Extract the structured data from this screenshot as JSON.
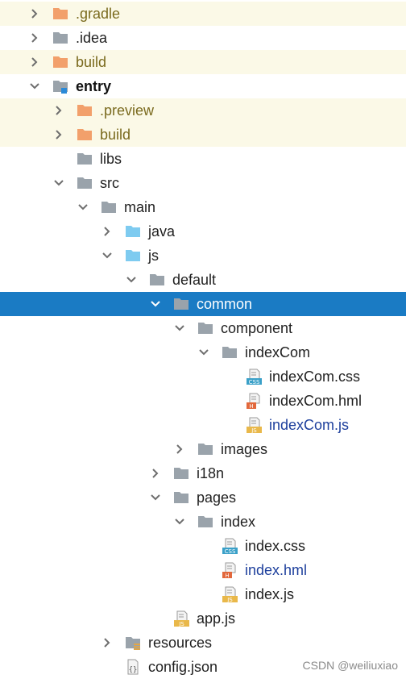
{
  "tree": {
    "nodes": [
      {
        "label": ".gradle",
        "depth": 0,
        "toggle": "collapsed",
        "icon": "folder-orange-icon",
        "style": "excluded"
      },
      {
        "label": ".idea",
        "depth": 0,
        "toggle": "collapsed",
        "icon": "folder-gray-icon",
        "style": "normal"
      },
      {
        "label": "build",
        "depth": 0,
        "toggle": "collapsed",
        "icon": "folder-orange-icon",
        "style": "excluded"
      },
      {
        "label": "entry",
        "depth": 0,
        "toggle": "expanded",
        "icon": "module-folder-icon",
        "style": "bold"
      },
      {
        "label": ".preview",
        "depth": 1,
        "toggle": "collapsed",
        "icon": "folder-orange-icon",
        "style": "excluded"
      },
      {
        "label": "build",
        "depth": 1,
        "toggle": "collapsed",
        "icon": "folder-orange-icon",
        "style": "excluded"
      },
      {
        "label": "libs",
        "depth": 1,
        "toggle": "none",
        "icon": "folder-gray-icon",
        "style": "normal"
      },
      {
        "label": "src",
        "depth": 1,
        "toggle": "expanded",
        "icon": "folder-gray-icon",
        "style": "normal"
      },
      {
        "label": "main",
        "depth": 2,
        "toggle": "expanded",
        "icon": "folder-gray-icon",
        "style": "normal"
      },
      {
        "label": "java",
        "depth": 3,
        "toggle": "collapsed",
        "icon": "folder-blue-icon",
        "style": "normal"
      },
      {
        "label": "js",
        "depth": 3,
        "toggle": "expanded",
        "icon": "folder-blue-icon",
        "style": "normal"
      },
      {
        "label": "default",
        "depth": 4,
        "toggle": "expanded",
        "icon": "folder-gray-icon",
        "style": "normal"
      },
      {
        "label": "common",
        "depth": 5,
        "toggle": "expanded",
        "icon": "folder-gray-icon",
        "style": "selected"
      },
      {
        "label": "component",
        "depth": 6,
        "toggle": "expanded",
        "icon": "folder-gray-icon",
        "style": "normal"
      },
      {
        "label": "indexCom",
        "depth": 7,
        "toggle": "expanded",
        "icon": "folder-gray-icon",
        "style": "normal"
      },
      {
        "label": "indexCom.css",
        "depth": 8,
        "toggle": "none",
        "icon": "css-file-icon",
        "style": "normal"
      },
      {
        "label": "indexCom.hml",
        "depth": 8,
        "toggle": "none",
        "icon": "hml-file-icon",
        "style": "normal"
      },
      {
        "label": "indexCom.js",
        "depth": 8,
        "toggle": "none",
        "icon": "js-file-icon",
        "style": "blue"
      },
      {
        "label": "images",
        "depth": 6,
        "toggle": "collapsed",
        "icon": "folder-gray-icon",
        "style": "normal"
      },
      {
        "label": "i18n",
        "depth": 5,
        "toggle": "collapsed",
        "icon": "folder-gray-icon",
        "style": "normal"
      },
      {
        "label": "pages",
        "depth": 5,
        "toggle": "expanded",
        "icon": "folder-gray-icon",
        "style": "normal"
      },
      {
        "label": "index",
        "depth": 6,
        "toggle": "expanded",
        "icon": "folder-gray-icon",
        "style": "normal"
      },
      {
        "label": "index.css",
        "depth": 7,
        "toggle": "none",
        "icon": "css-file-icon",
        "style": "normal"
      },
      {
        "label": "index.hml",
        "depth": 7,
        "toggle": "none",
        "icon": "hml-file-icon",
        "style": "blue"
      },
      {
        "label": "index.js",
        "depth": 7,
        "toggle": "none",
        "icon": "js-file-icon",
        "style": "normal"
      },
      {
        "label": "app.js",
        "depth": 5,
        "toggle": "none",
        "icon": "js-file-icon",
        "style": "normal"
      },
      {
        "label": "resources",
        "depth": 3,
        "toggle": "collapsed",
        "icon": "resources-folder-icon",
        "style": "normal"
      },
      {
        "label": "config.json",
        "depth": 3,
        "toggle": "none",
        "icon": "json-file-icon",
        "style": "normal"
      }
    ]
  },
  "colors": {
    "selection": "#1a7bc4",
    "excluded_bg": "#fbf9e7",
    "folder_orange": "#f2a06b",
    "folder_gray": "#9aa3ab",
    "folder_blue": "#7ecbf0"
  },
  "watermark": "CSDN @weiliuxiao"
}
